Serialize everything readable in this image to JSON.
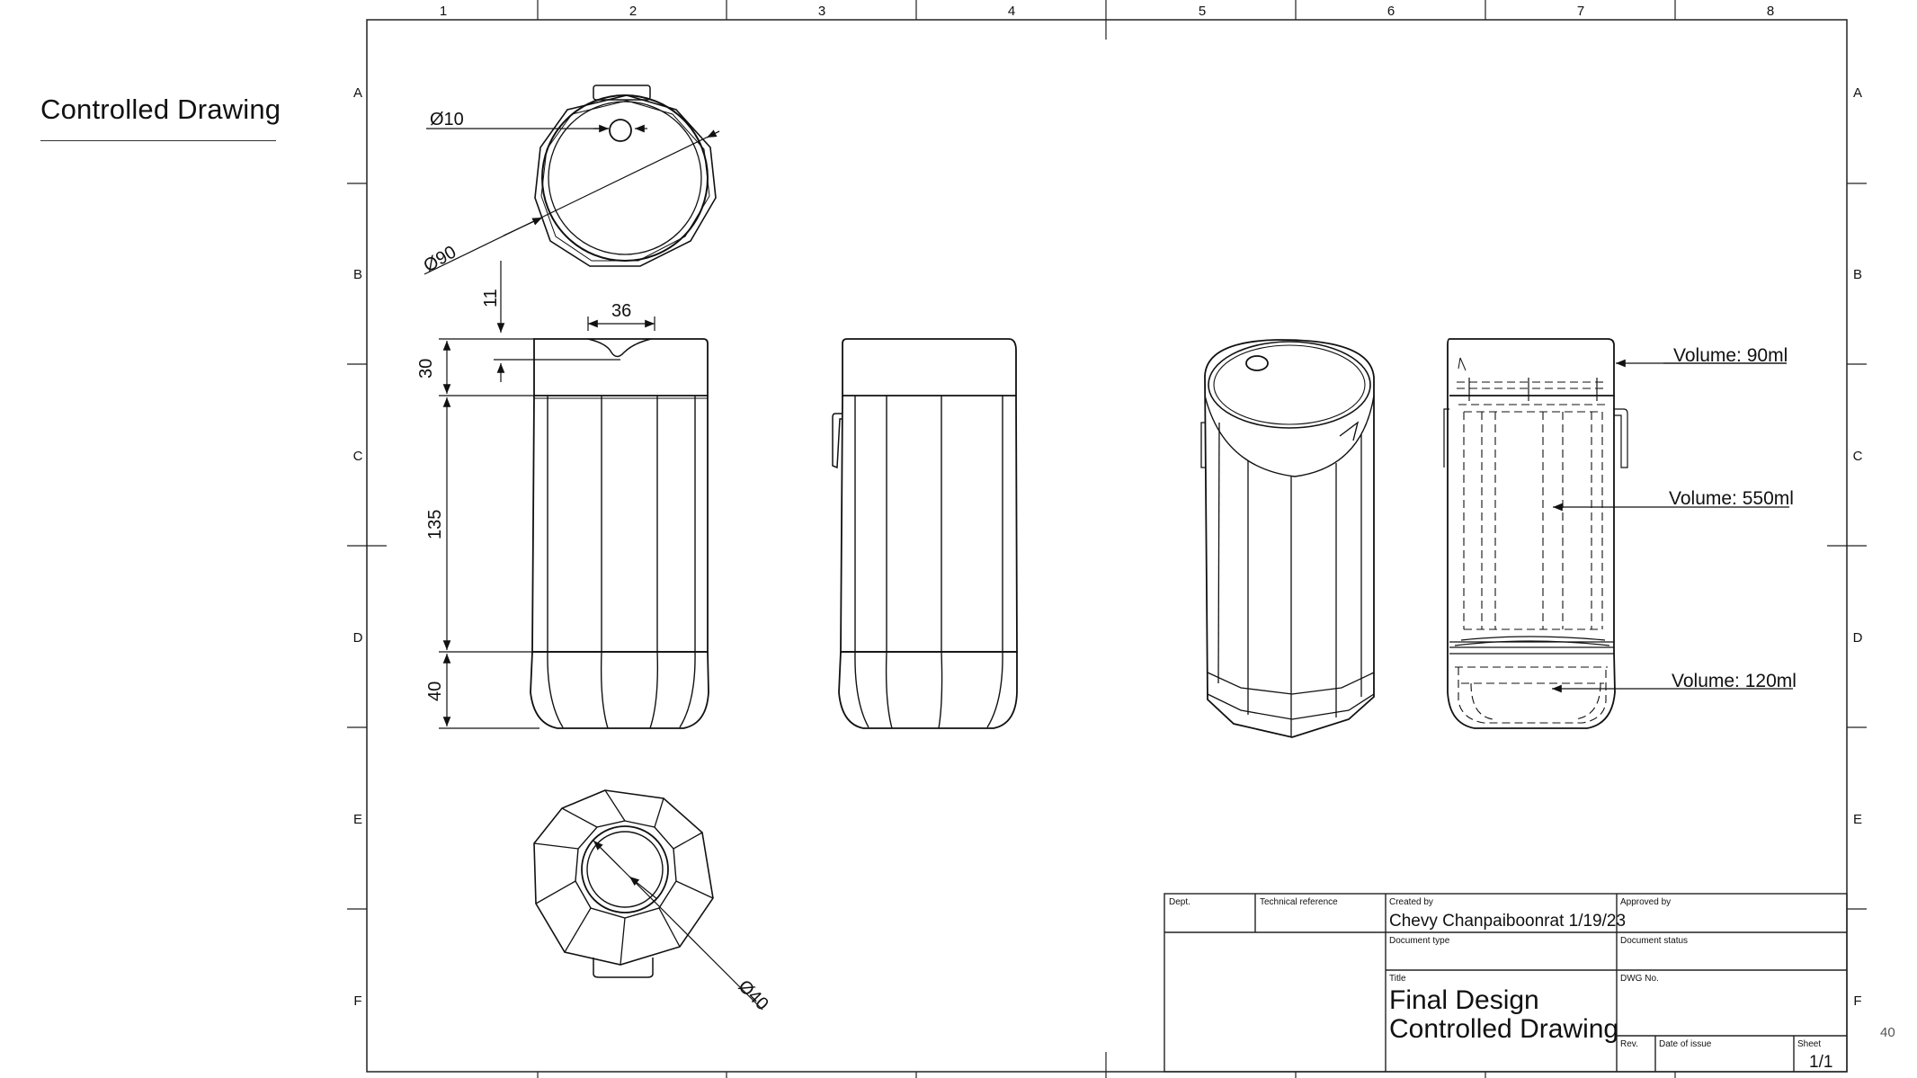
{
  "page": {
    "heading": "Controlled Drawing",
    "page_number": "40"
  },
  "frame": {
    "columns": [
      "1",
      "2",
      "3",
      "4",
      "5",
      "6",
      "7",
      "8"
    ],
    "rows": [
      "A",
      "B",
      "C",
      "D",
      "E",
      "F"
    ]
  },
  "dimensions": {
    "dia_10": "Ø10",
    "dia_90": "Ø90",
    "dia_40": "Ø40",
    "d11": "11",
    "d36": "36",
    "d30": "30",
    "d135": "135",
    "d40": "40"
  },
  "callouts": {
    "vol_top": "Volume: 90ml",
    "vol_mid": "Volume: 550ml",
    "vol_bot": "Volume: 120ml"
  },
  "title_block": {
    "dept_label": "Dept.",
    "tech_ref_label": "Technical reference",
    "created_by_label": "Created by",
    "created_by_value": "Chevy Chanpaiboonrat 1/19/23",
    "approved_by_label": "Approved by",
    "doc_type_label": "Document type",
    "doc_status_label": "Document status",
    "title_label": "Title",
    "title_line1": "Final Design",
    "title_line2": "Controlled Drawing",
    "dwg_no_label": "DWG No.",
    "rev_label": "Rev.",
    "date_issue_label": "Date of issue",
    "sheet_label": "Sheet",
    "sheet_value": "1/1"
  }
}
